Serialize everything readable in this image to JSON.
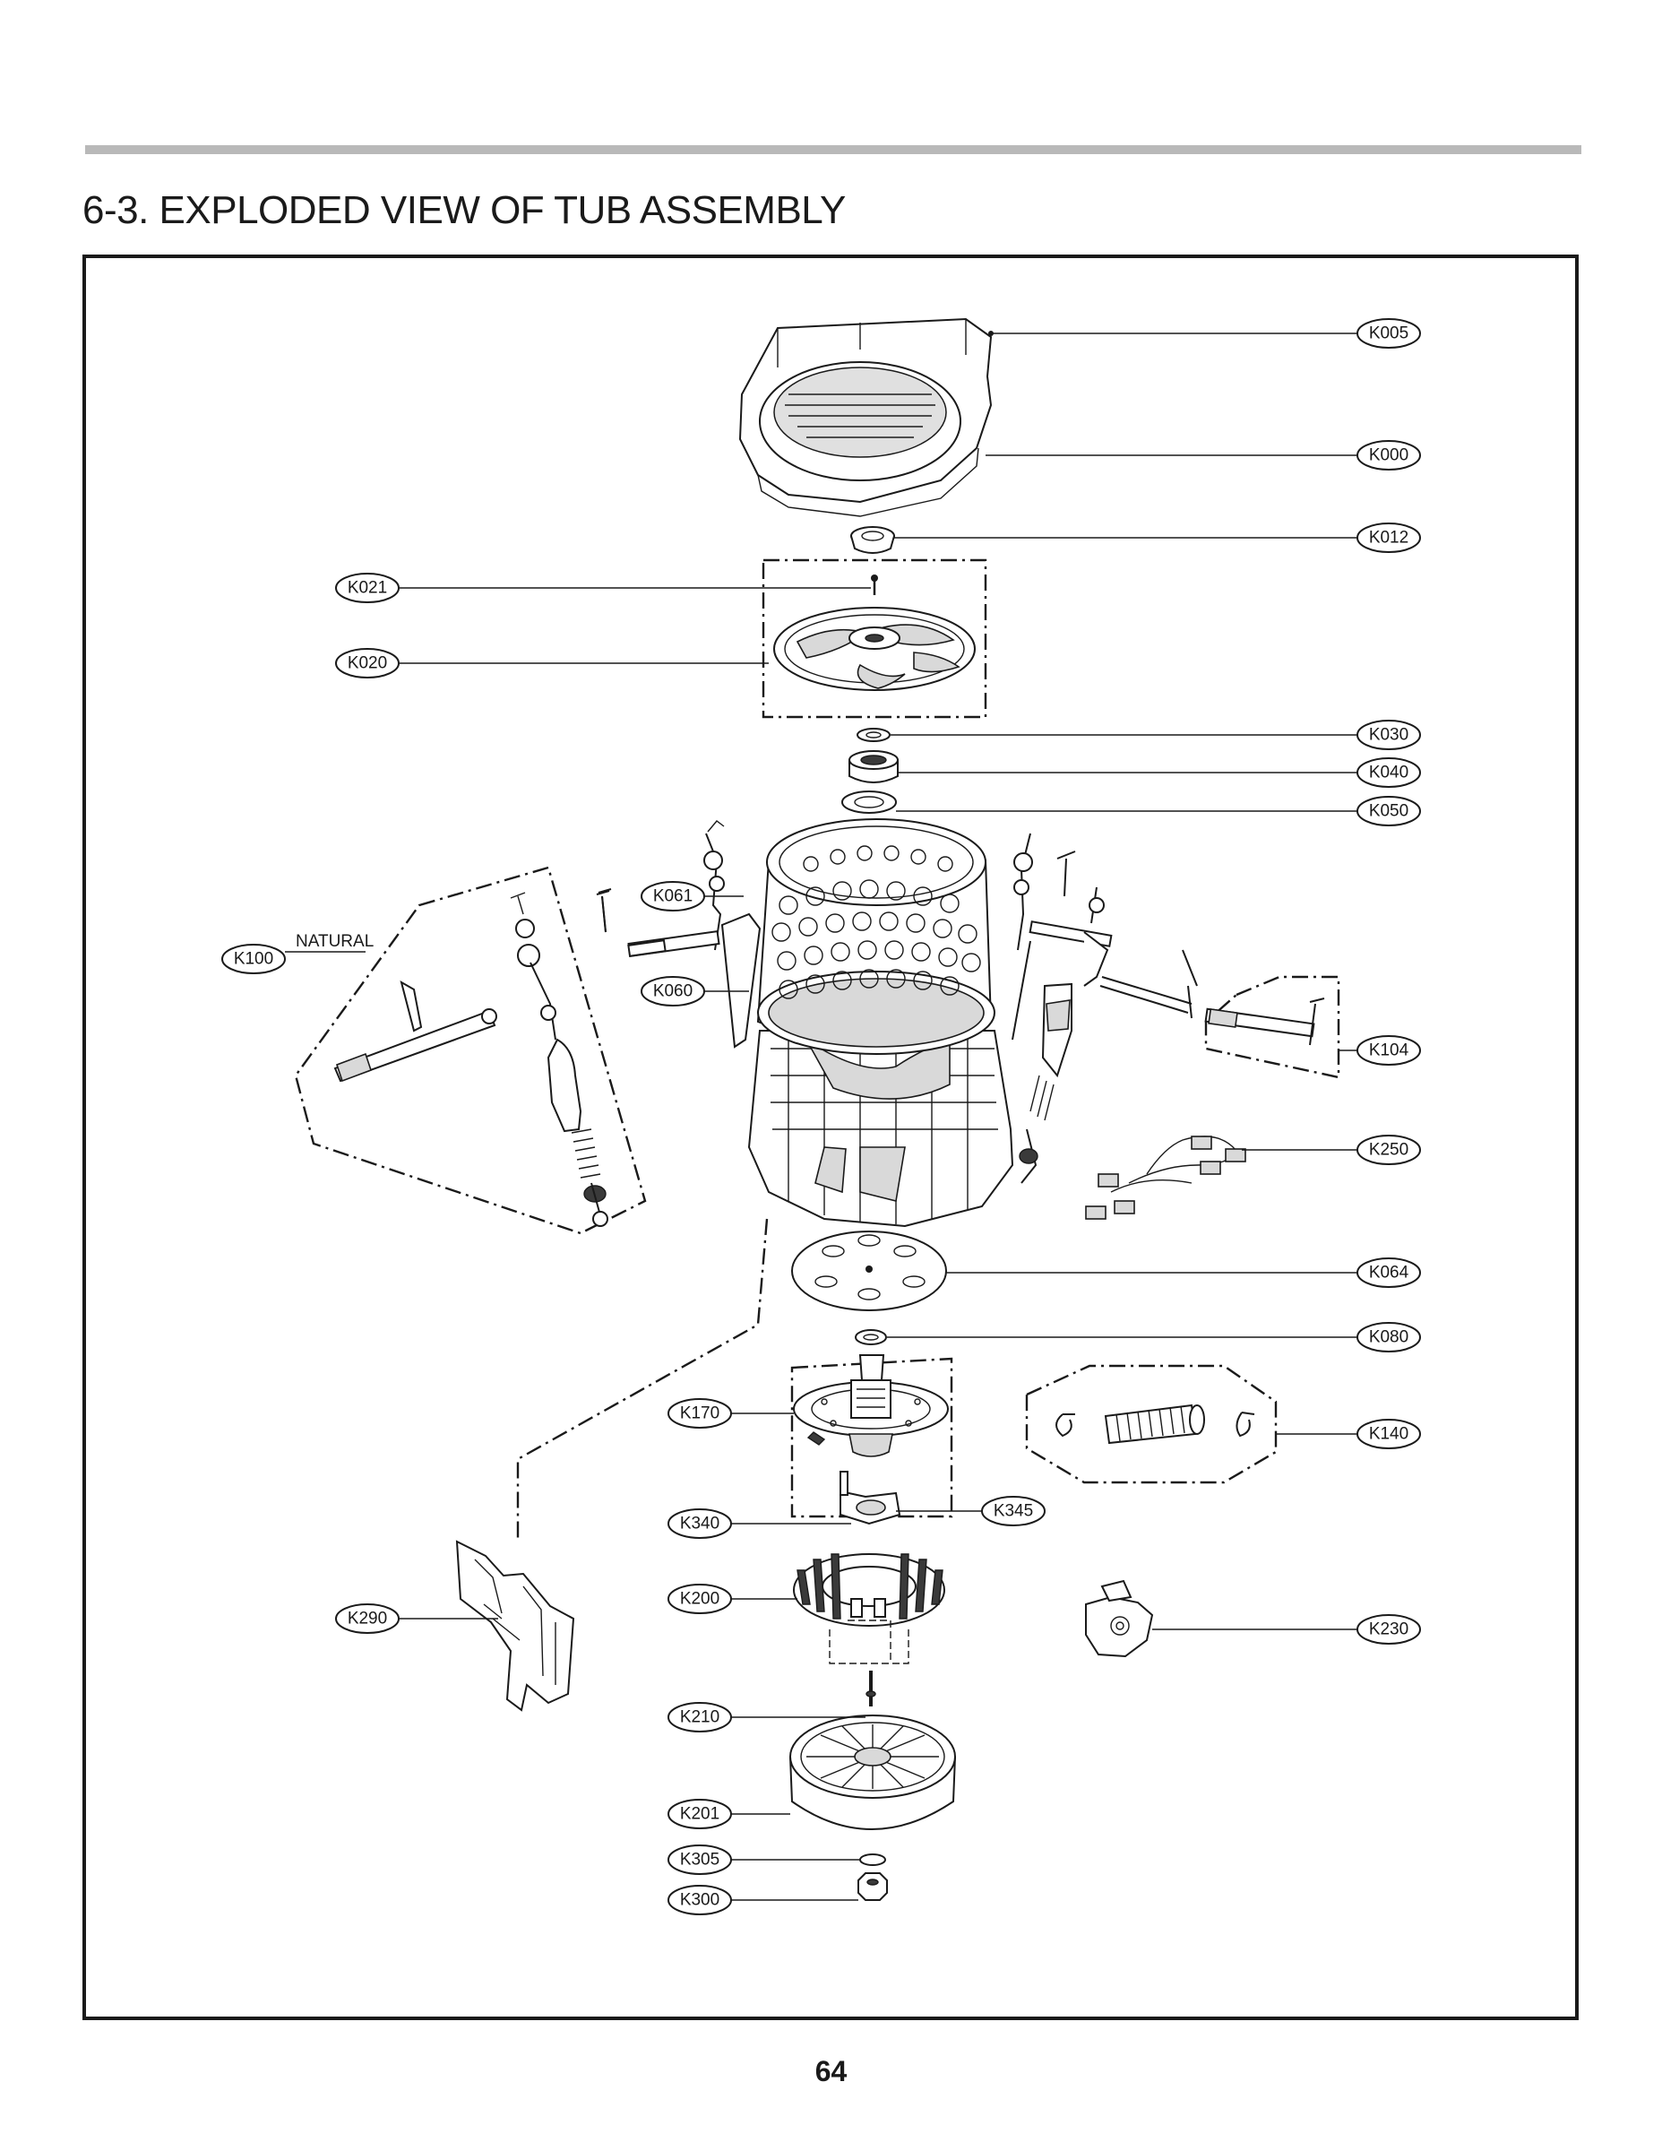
{
  "page": {
    "title": "6-3. EXPLODED VIEW OF TUB ASSEMBLY",
    "page_number": "64"
  },
  "diagram": {
    "callouts": {
      "K005": "K005",
      "K000": "K000",
      "K012": "K012",
      "K021": "K021",
      "K020": "K020",
      "K030": "K030",
      "K040": "K040",
      "K050": "K050",
      "K061": "K061",
      "K100": "K100",
      "K060": "K060",
      "K104": "K104",
      "K250": "K250",
      "K064": "K064",
      "K080": "K080",
      "K170": "K170",
      "K140": "K140",
      "K340": "K340",
      "K345": "K345",
      "K200": "K200",
      "K290": "K290",
      "K230": "K230",
      "K210": "K210",
      "K201": "K201",
      "K305": "K305",
      "K300": "K300"
    },
    "notes": {
      "natural": "NATURAL"
    }
  }
}
